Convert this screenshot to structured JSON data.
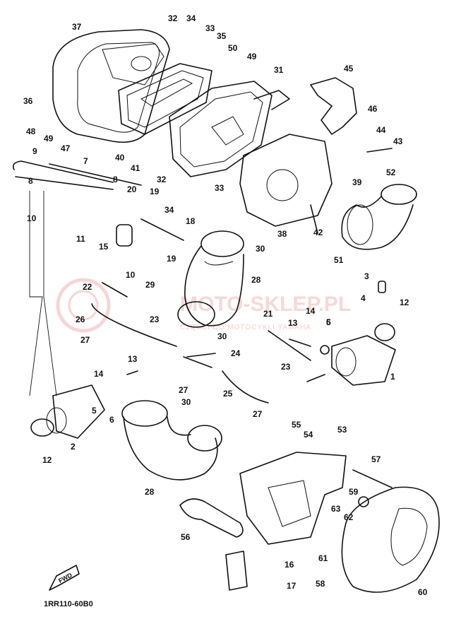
{
  "diagram": {
    "drawing_code": "1RR110-60B0",
    "fwd_label": "FWD",
    "watermark": {
      "name": "MOTO-SKLEP.PL",
      "tagline": "CZĘŚCI DO MOTOCYKLI YAMAHA"
    },
    "part_numbers": [
      "1",
      "2",
      "3",
      "4",
      "5",
      "6",
      "7",
      "8",
      "9",
      "10",
      "11",
      "12",
      "13",
      "14",
      "15",
      "16",
      "17",
      "18",
      "19",
      "20",
      "21",
      "22",
      "23",
      "24",
      "25",
      "26",
      "27",
      "28",
      "29",
      "30",
      "31",
      "32",
      "33",
      "34",
      "35",
      "36",
      "37",
      "38",
      "39",
      "40",
      "41",
      "42",
      "43",
      "44",
      "45",
      "46",
      "47",
      "48",
      "49",
      "50",
      "51",
      "52",
      "53",
      "54",
      "55",
      "56",
      "57",
      "58",
      "59",
      "60",
      "61",
      "62",
      "63"
    ]
  }
}
